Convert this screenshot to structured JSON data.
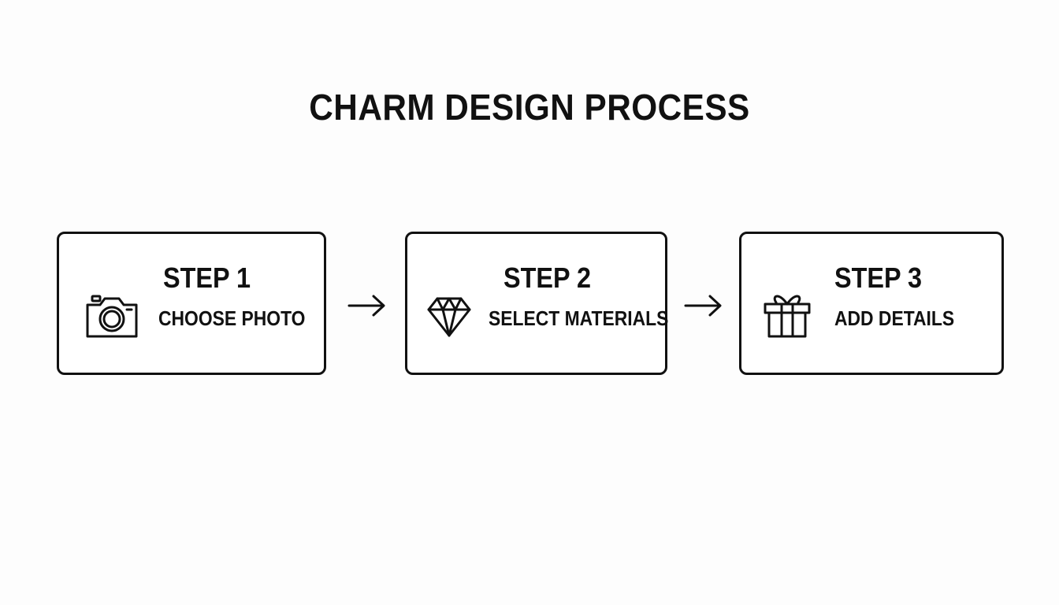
{
  "title": "CHARM DESIGN PROCESS",
  "steps": [
    {
      "heading": "STEP 1",
      "label": "CHOOSE PHOTO",
      "icon": "camera-icon"
    },
    {
      "heading": "STEP 2",
      "label": "SELECT MATERIALS",
      "icon": "diamond-icon"
    },
    {
      "heading": "STEP 3",
      "label": "ADD DETAILS",
      "icon": "gift-icon"
    }
  ],
  "colors": {
    "ink": "#111111",
    "background": "#fdfdfd",
    "box_fill": "#ffffff"
  }
}
